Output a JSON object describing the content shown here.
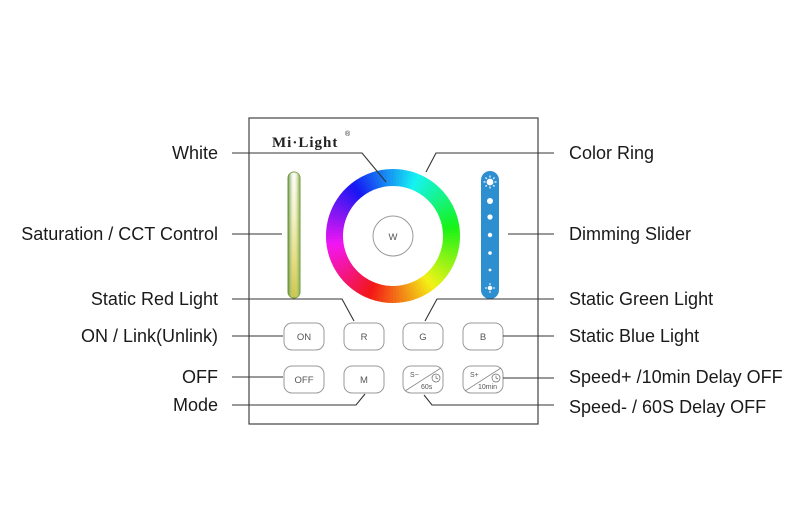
{
  "panel": {
    "brand": "Mi·Light",
    "registered_mark": "®",
    "center_button": "W",
    "buttons": {
      "on": "ON",
      "red": "R",
      "green": "G",
      "blue": "B",
      "off": "OFF",
      "mode": "M",
      "speed_minus": "S−",
      "speed_minus_sub": "60s",
      "speed_plus": "S+",
      "speed_plus_sub": "10min"
    }
  },
  "labels": {
    "white": "White",
    "color_ring": "Color Ring",
    "saturation": "Saturation / CCT Control",
    "dimming": "Dimming Slider",
    "static_red": "Static Red Light",
    "static_green": "Static Green Light",
    "on_link": "ON / Link(Unlink)",
    "static_blue": "Static Blue Light",
    "off": "OFF",
    "speed_plus": "Speed+ /10min Delay OFF",
    "mode": "Mode",
    "speed_minus": "Speed- / 60S Delay OFF"
  },
  "colors": {
    "dimming_slider": "#2d8fd0",
    "panel_border": "#444444"
  }
}
